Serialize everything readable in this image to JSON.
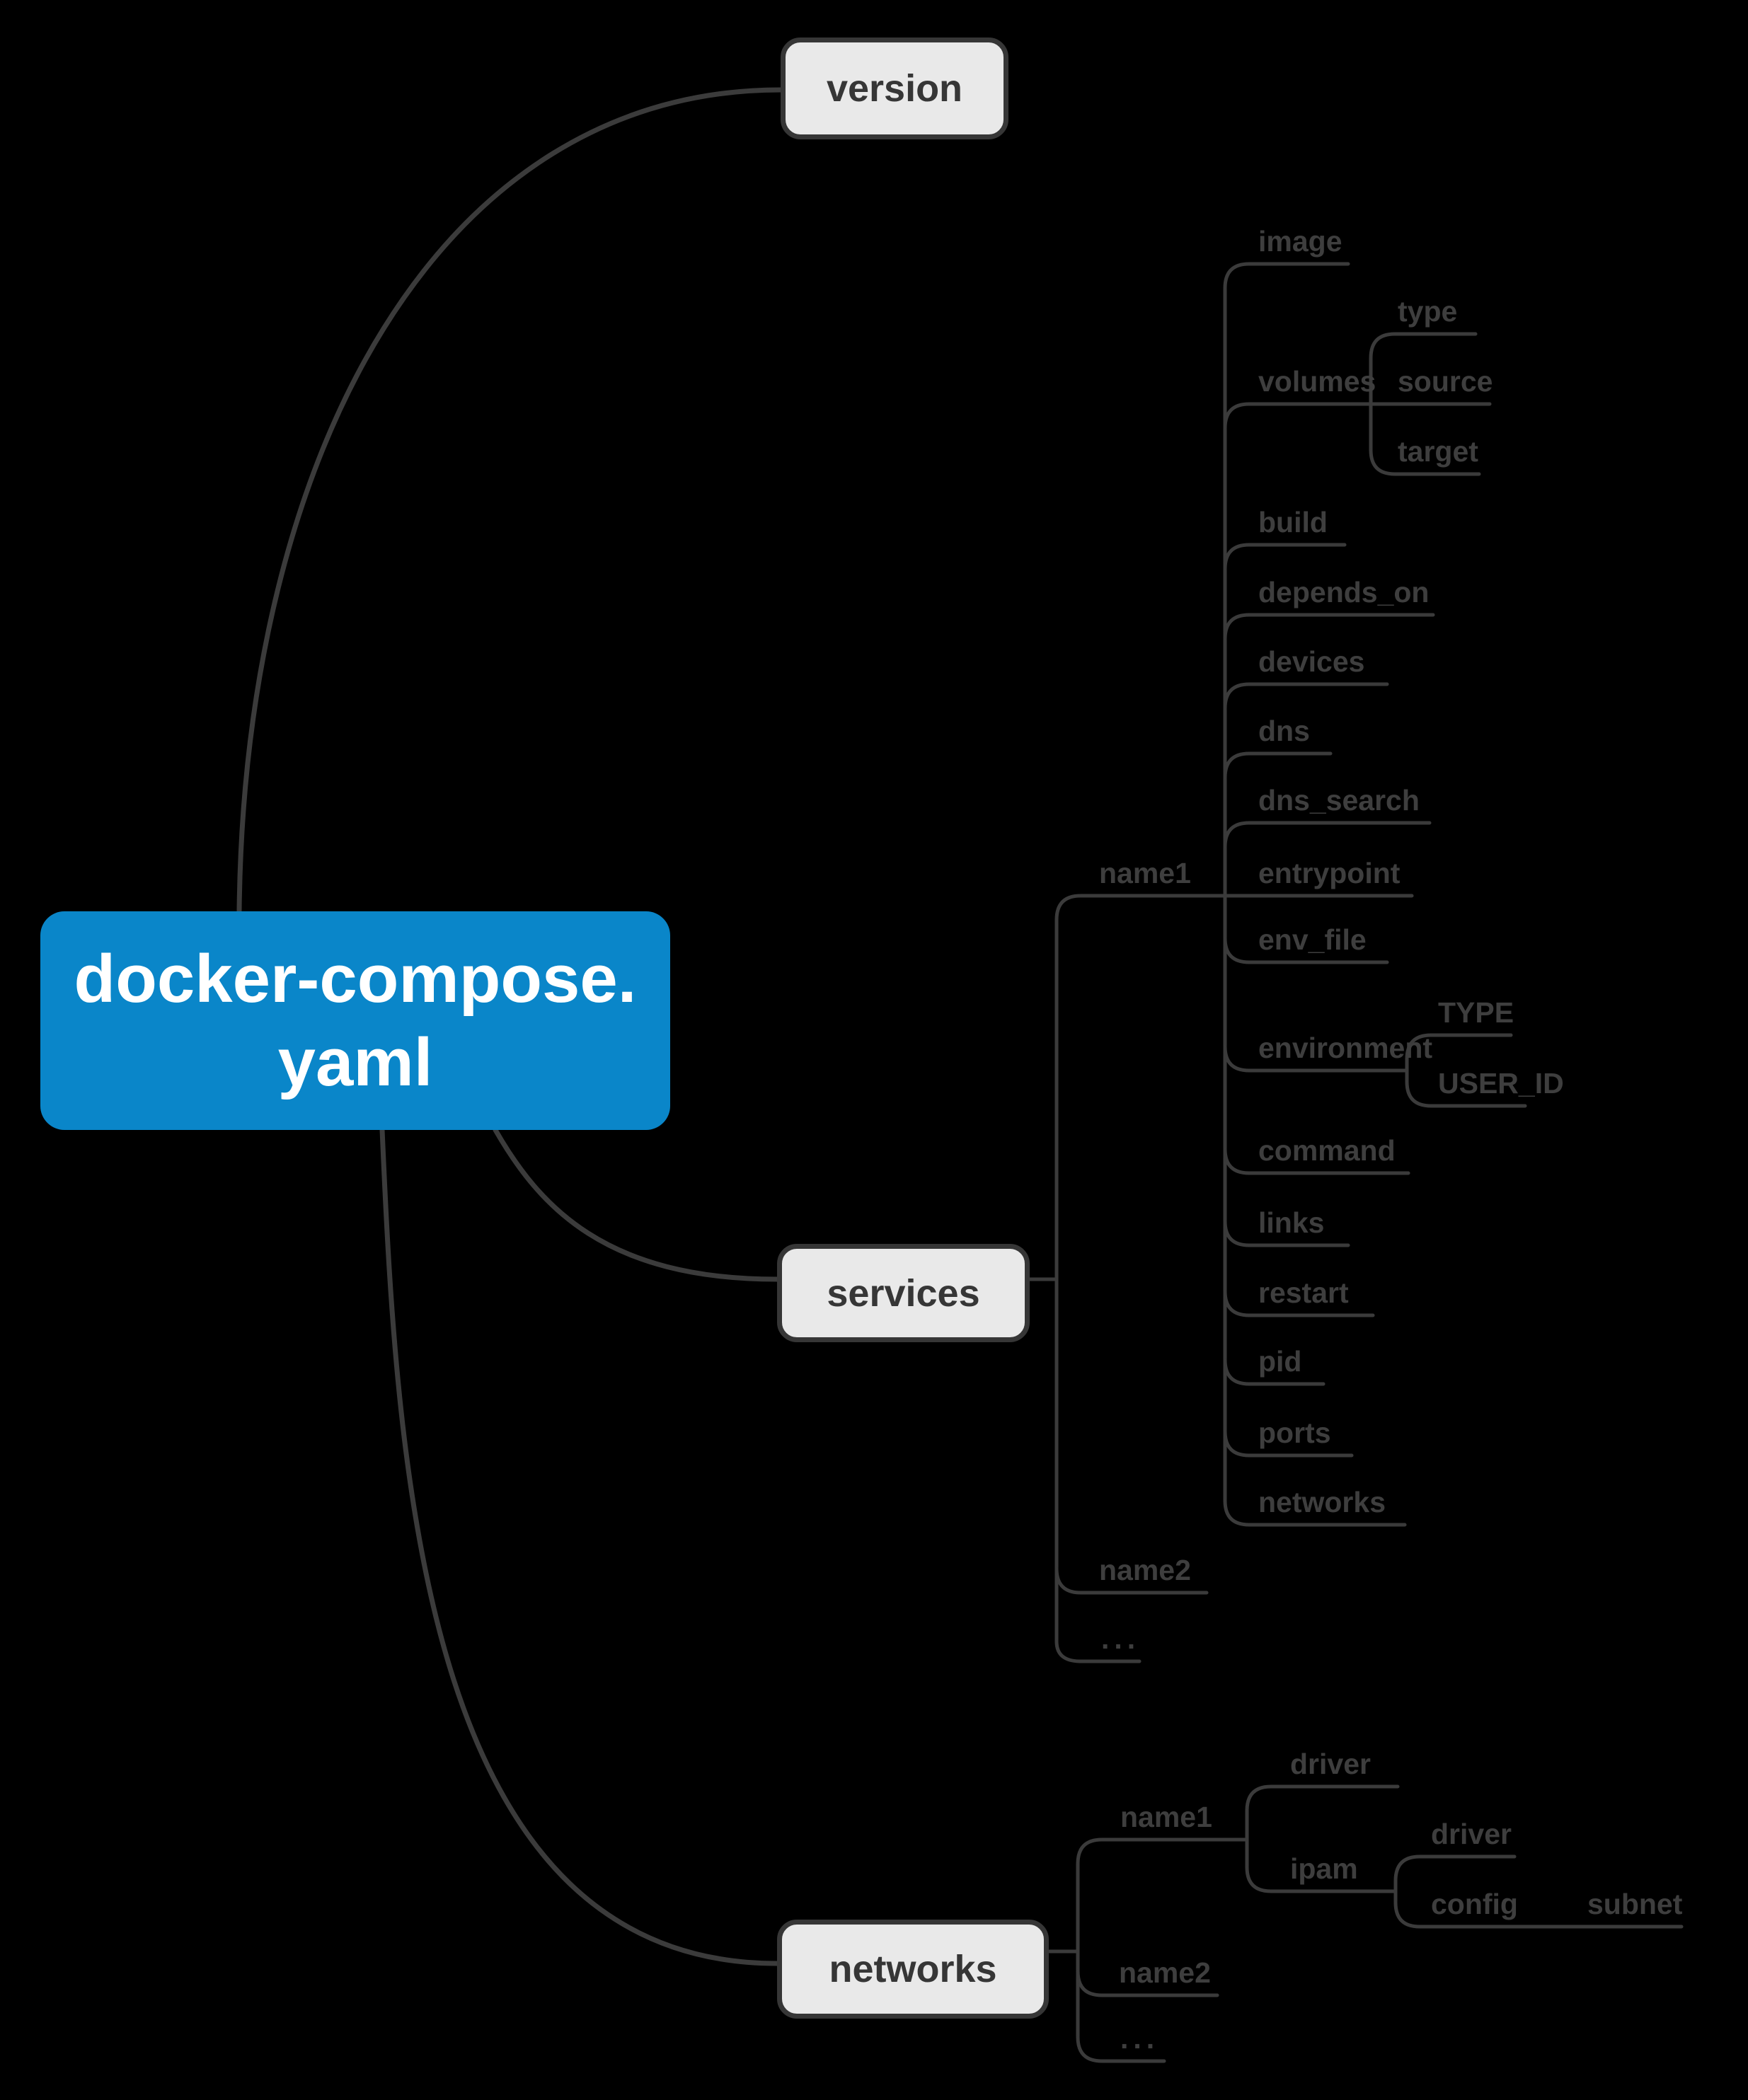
{
  "title": "docker-compose.yaml mind map",
  "colors": {
    "background": "#000000",
    "root_node_bg": "#0a86c9",
    "root_node_text": "#ffffff",
    "branch_box_bg": "#e9e9e9",
    "branch_box_border": "#363636",
    "branch_box_text": "#363636",
    "connector_line": "#3b3b3b",
    "leaf_label_text": "#3e3e3e"
  },
  "tree": {
    "root": {
      "line1": "docker-compose.",
      "line2": "yaml"
    },
    "children": [
      {
        "id": "version",
        "label": "version"
      },
      {
        "id": "services",
        "label": "services",
        "entries": [
          {
            "label": "name1",
            "keys": [
              {
                "label": "image"
              },
              {
                "label": "volumes",
                "keys": [
                  {
                    "label": "type"
                  },
                  {
                    "label": "source"
                  },
                  {
                    "label": "target"
                  }
                ]
              },
              {
                "label": "build"
              },
              {
                "label": "depends_on"
              },
              {
                "label": "devices"
              },
              {
                "label": "dns"
              },
              {
                "label": "dns_search"
              },
              {
                "label": "entrypoint"
              },
              {
                "label": "env_file"
              },
              {
                "label": "environment",
                "keys": [
                  {
                    "label": "TYPE"
                  },
                  {
                    "label": "USER_ID"
                  }
                ]
              },
              {
                "label": "command"
              },
              {
                "label": "links"
              },
              {
                "label": "restart"
              },
              {
                "label": "pid"
              },
              {
                "label": "ports"
              },
              {
                "label": "networks"
              }
            ]
          },
          {
            "label": "name2"
          },
          {
            "label": "..."
          }
        ]
      },
      {
        "id": "networks",
        "label": "networks",
        "entries": [
          {
            "label": "name1",
            "keys": [
              {
                "label": "driver"
              },
              {
                "label": "ipam",
                "keys": [
                  {
                    "label": "driver"
                  },
                  {
                    "label": "config",
                    "keys": [
                      {
                        "label": "subnet"
                      }
                    ]
                  }
                ]
              }
            ]
          },
          {
            "label": "name2"
          },
          {
            "label": "..."
          }
        ]
      }
    ]
  }
}
